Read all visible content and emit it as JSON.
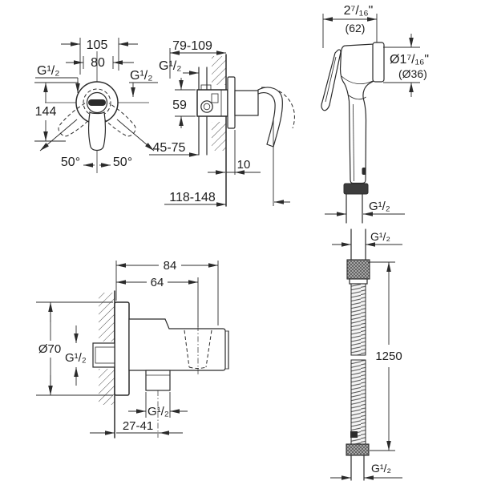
{
  "meta": {
    "background": "#ffffff",
    "line_color": "#2b2b2b",
    "drawing_type": "technical dimensional drawing, shower set (mixer, hand spray, wall holder, hose)"
  },
  "views": {
    "mixer_front": {
      "label": "concealed-mixer-front-view",
      "dims": {
        "width_outer": "105",
        "width_inner": "80",
        "thread_left": "G¹/₂",
        "thread_right": "G¹/₂",
        "height": "144",
        "angle_left": "50°",
        "angle_right": "50°"
      }
    },
    "mixer_side": {
      "label": "concealed-mixer-side-view",
      "dims": {
        "depth_range": "79-109",
        "thread": "G¹/₂",
        "body_height": "59",
        "outlet_depth": "45-75",
        "plate_offset": "10",
        "total_depth": "118-148"
      }
    },
    "spray": {
      "label": "hand-spray-view",
      "dims": {
        "width_inch": "2⁷/₁₆\"",
        "width_mm": "(62)",
        "dia_inch": "Ø1⁷/₁₆\"",
        "dia_mm": "(Ø36)",
        "thread": "G¹/₂"
      }
    },
    "holder": {
      "label": "wall-holder-view",
      "dims": {
        "depth_outer": "84",
        "depth_inner": "64",
        "flange_dia": "Ø70",
        "thread_inlet": "G¹/₂",
        "thread_outlet": "G¹/₂",
        "offset_range": "27-41"
      }
    },
    "hose": {
      "label": "shower-hose-view",
      "dims": {
        "thread_top": "G¹/₂",
        "length": "1250",
        "thread_bottom": "G¹/₂"
      }
    }
  }
}
